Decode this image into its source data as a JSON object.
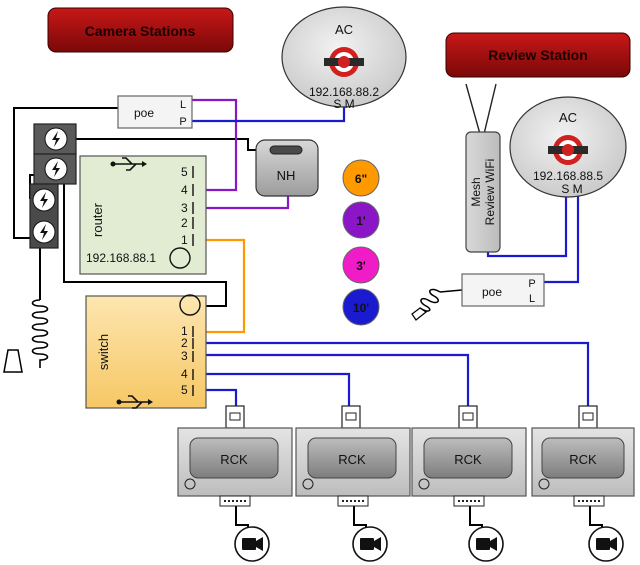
{
  "banners": {
    "camera_stations": "Camera Stations",
    "review_station": "Review Station"
  },
  "ac_left": {
    "title": "AC",
    "ip": "192.168.88.2",
    "ports": "S M"
  },
  "ac_right": {
    "title": "AC",
    "ip": "192.168.88.5",
    "ports": "S M"
  },
  "poe_left": {
    "label": "poe",
    "port_l": "L",
    "port_p": "P"
  },
  "poe_right": {
    "label": "poe",
    "port_p": "P",
    "port_l": "L"
  },
  "nh": {
    "label": "NH"
  },
  "router": {
    "label": "router",
    "ip": "192.168.88.1",
    "ports": [
      "5",
      "4",
      "3",
      "2",
      "1"
    ]
  },
  "switch": {
    "label": "switch",
    "ports": [
      "1",
      "2",
      "3",
      "4",
      "5"
    ]
  },
  "mesh": {
    "line1": "Mesh",
    "line2": "Review  WiFi"
  },
  "legend": [
    {
      "label": "6\"",
      "color": "#ff9900"
    },
    {
      "label": "1'",
      "color": "#8a16c8"
    },
    {
      "label": "3'",
      "color": "#f01cc8"
    },
    {
      "label": "10'",
      "color": "#1a1ad0"
    }
  ],
  "rck": [
    {
      "label": "RCK"
    },
    {
      "label": "RCK"
    },
    {
      "label": "RCK"
    },
    {
      "label": "RCK"
    }
  ],
  "colors": {
    "banner": "#a01010",
    "router_fill": "#e2ecd3",
    "switch_fill": "#fad687",
    "cable_6in": "#ff9900",
    "cable_1ft": "#8a16c8",
    "cable_10ft": "#1a1ad0"
  },
  "icons": [
    "usb-icon",
    "power-outlet-icon",
    "ethernet-port-icon",
    "camera-icon",
    "logo-icon",
    "antenna-icon"
  ]
}
